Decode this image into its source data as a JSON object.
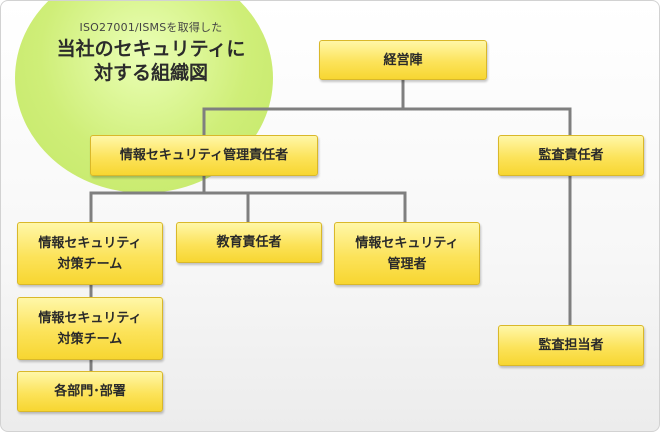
{
  "badge": {
    "subtitle": "ISO27001/ISMSを取得した",
    "title": "当社のセキュリティに\n対する組織図"
  },
  "org_chart": {
    "management": "経営陣",
    "security_officer": "情報セキュリティ管理責任者",
    "audit_officer": "監査責任者",
    "security_team_1": "情報セキュリティ\n対策チーム",
    "education_officer": "教育責任者",
    "security_manager": "情報セキュリティ\n管理者",
    "security_team_2": "情報セキュリティ\n対策チーム",
    "departments": "各部門･部署",
    "auditor": "監査担当者"
  }
}
